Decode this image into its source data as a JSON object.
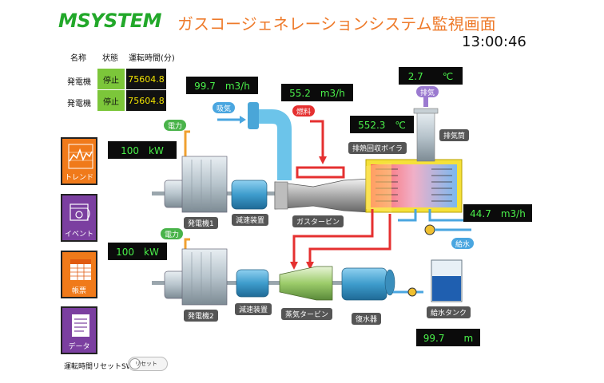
{
  "header": {
    "logo": "MSYSTEM",
    "title": "ガスコージェネレーションシステム監視画面",
    "clock": "13:00:46"
  },
  "table": {
    "headers": [
      "名称",
      "状態",
      "運転時間(分)"
    ],
    "rows": [
      {
        "name": "発電機",
        "status": "停止",
        "hours": "75604.8"
      },
      {
        "name": "発電機",
        "status": "停止",
        "hours": "75604.8"
      }
    ]
  },
  "nav": [
    {
      "label": "トレンド",
      "color": "#f07a1a",
      "icon": "trend-chart-icon"
    },
    {
      "label": "イベント",
      "color": "#7b3fa0",
      "icon": "event-icon"
    },
    {
      "label": "帳票",
      "color": "#f07a1a",
      "icon": "report-table-icon"
    },
    {
      "label": "データ",
      "color": "#7b3fa0",
      "icon": "data-document-icon"
    }
  ],
  "readouts": {
    "power1": "100　kW",
    "power2": "100　kW",
    "intake": "99.7　m3/h",
    "fuel": "55.2　m3/h",
    "boiler_temp": "552.3　℃",
    "exhaust_temp": "2.7　　℃",
    "feedwater": "44.7　m3/h",
    "tank_level": "99.7　　m"
  },
  "tags": {
    "power": "電力",
    "intake": "吸気",
    "fuel": "燃料",
    "exhaust": "排気",
    "feedwater": "給水"
  },
  "labels": {
    "gen1": "発電機1",
    "gen2": "発電機2",
    "reducer1": "減速装置",
    "reducer2": "減速装置",
    "gas_turbine": "ガスタービン",
    "steam_turbine": "蒸気タービン",
    "condenser": "復水器",
    "tank": "給水タンク",
    "boiler": "排熱回収ボイラ",
    "stack": "排気筒"
  },
  "footer": {
    "reset_label": "運転時間リセットSW",
    "toggle_text": "リセット"
  },
  "colors": {
    "accent_orange": "#ee7a2a",
    "logo_green": "#22a82a",
    "status_green": "#7cc63a",
    "readout_green": "#4af04a",
    "hours_yellow": "#f2e300",
    "pipe_red": "#e53030",
    "pipe_blue": "#4aa6e0",
    "pipe_orange": "#f0a030"
  }
}
